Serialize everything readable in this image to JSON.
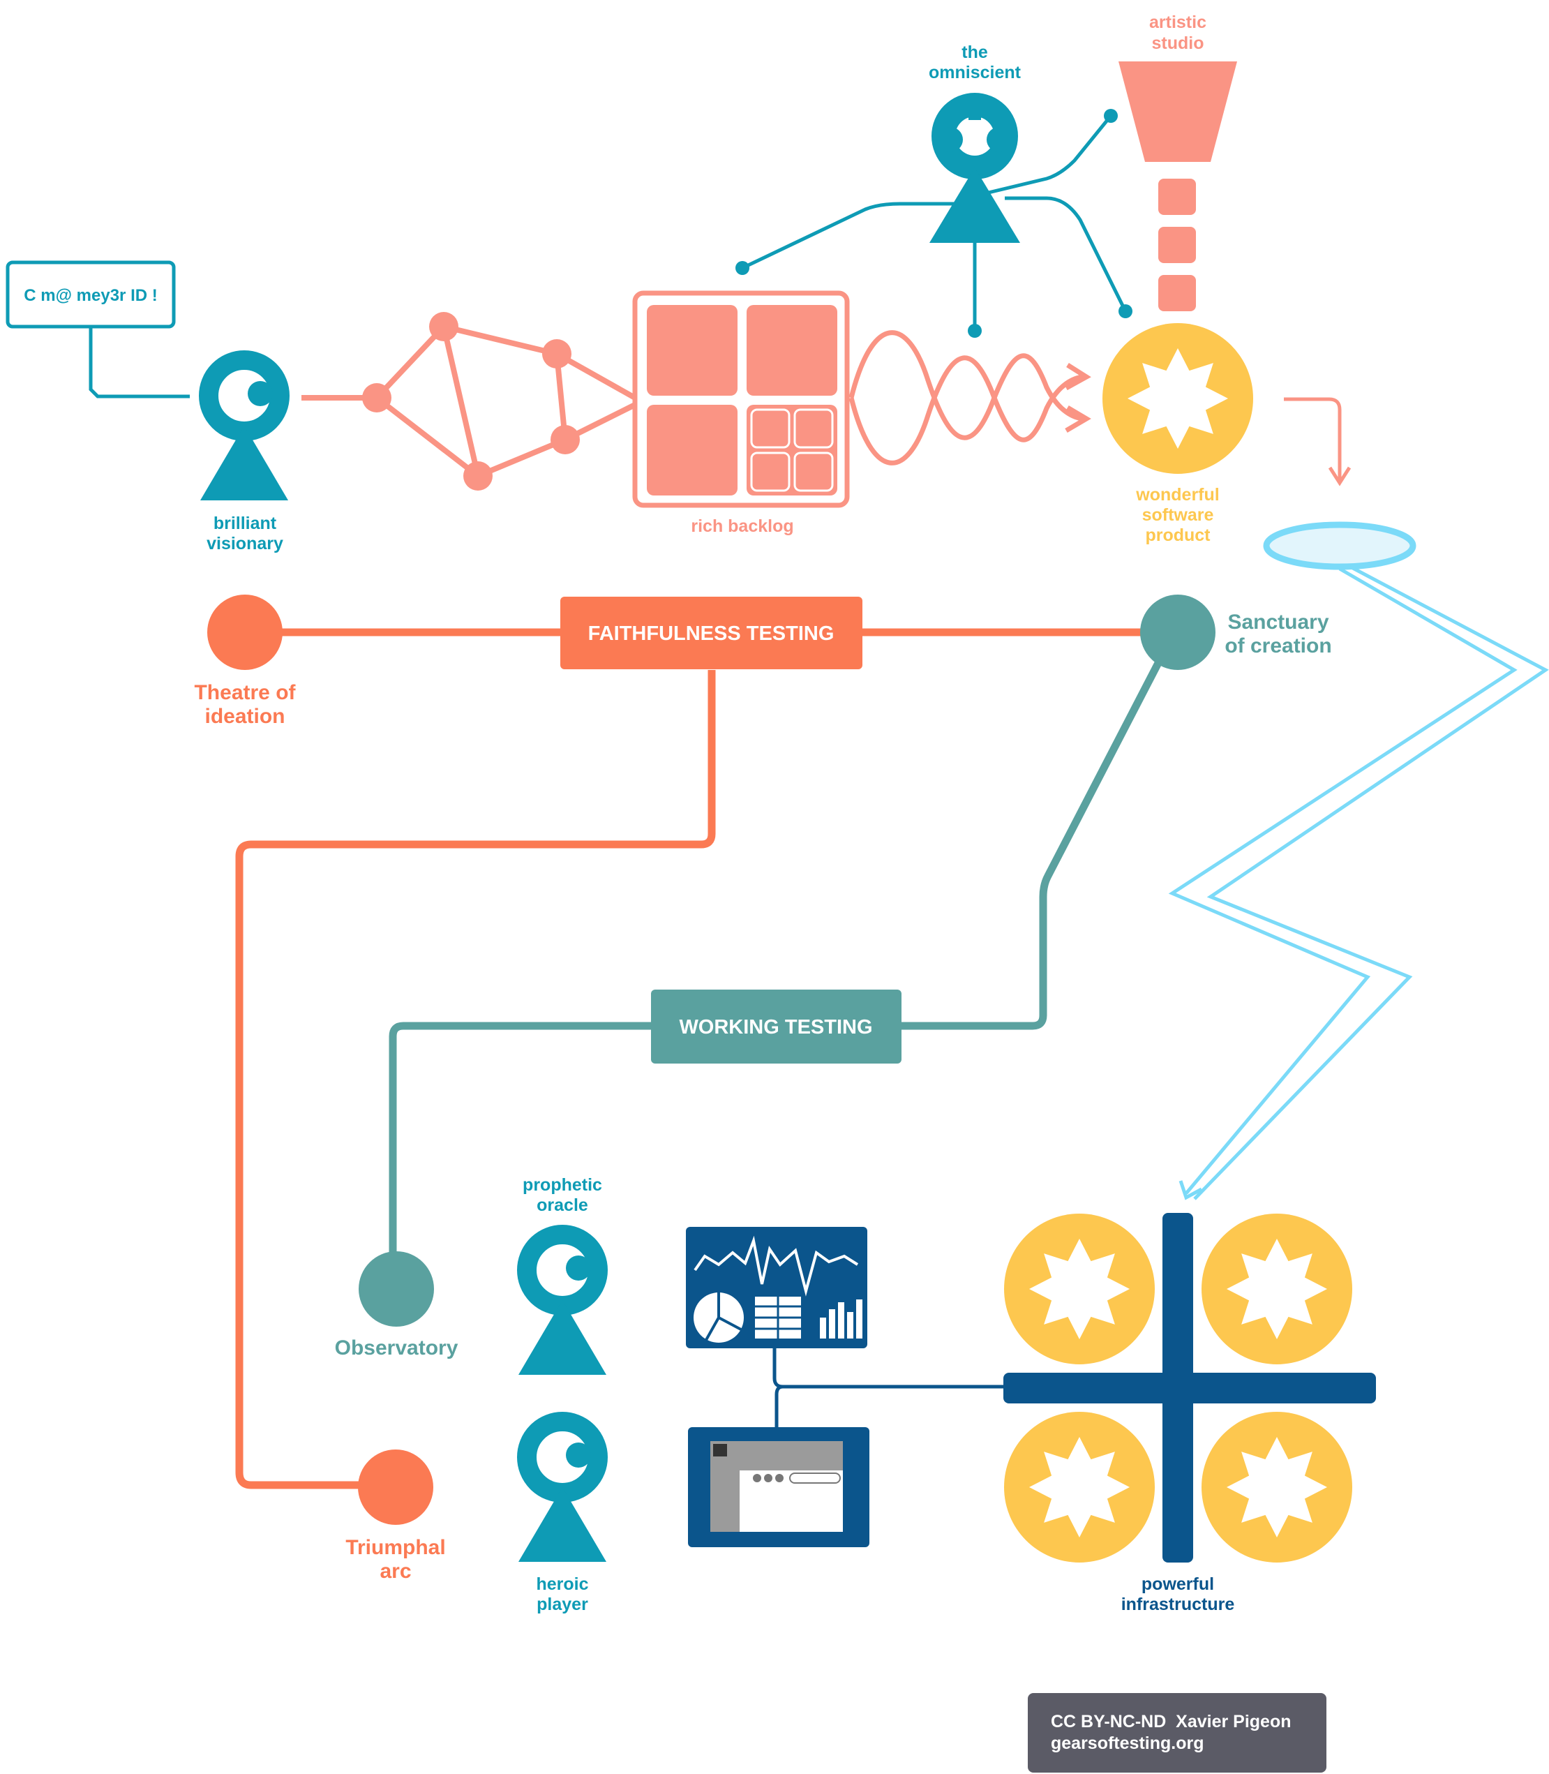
{
  "colors": {
    "teal_dark": "#0e9bb5",
    "salmon": "#fa9484",
    "orange": "#fb7a53",
    "grey_teal": "#5aa19f",
    "yellow": "#fdc74f",
    "light_blue": "#7bdaf8",
    "navy": "#0b558c",
    "badge_grey": "#5b5b66"
  },
  "speech_bubble": "C m@ mey3r ID !",
  "visionary": {
    "line1": "brilliant",
    "line2": "visionary"
  },
  "omniscient": {
    "line1": "the",
    "line2": "omniscient"
  },
  "studio": {
    "line1": "artistic",
    "line2": "studio"
  },
  "backlog": {
    "label": "rich backlog"
  },
  "product": {
    "line1": "wonderful",
    "line2": "software",
    "line3": "product"
  },
  "faithfulness": {
    "label": "FAITHFULNESS TESTING"
  },
  "working": {
    "label": "WORKING TESTING"
  },
  "ideation": {
    "line1": "Theatre of",
    "line2": "ideation"
  },
  "sanctuary": {
    "line1": "Sanctuary",
    "line2": "of creation"
  },
  "observatory": {
    "label": "Observatory"
  },
  "triumphal": {
    "line1": "Triumphal",
    "line2": "arc"
  },
  "oracle": {
    "line1": "prophetic",
    "line2": "oracle"
  },
  "player": {
    "line1": "heroic",
    "line2": "player"
  },
  "infrastructure": {
    "line1": "powerful",
    "line2": "infrastructure"
  },
  "credit": {
    "line1": "CC BY-NC-ND  Xavier Pigeon",
    "line2": "gearsoftesting.org"
  },
  "icons": [
    "person-icon",
    "network-icon",
    "backlog-grid-icon",
    "gear-icon",
    "portal-icon",
    "lightning-icon",
    "dashboard-icon",
    "browser-window-icon",
    "funnel-icon"
  ]
}
